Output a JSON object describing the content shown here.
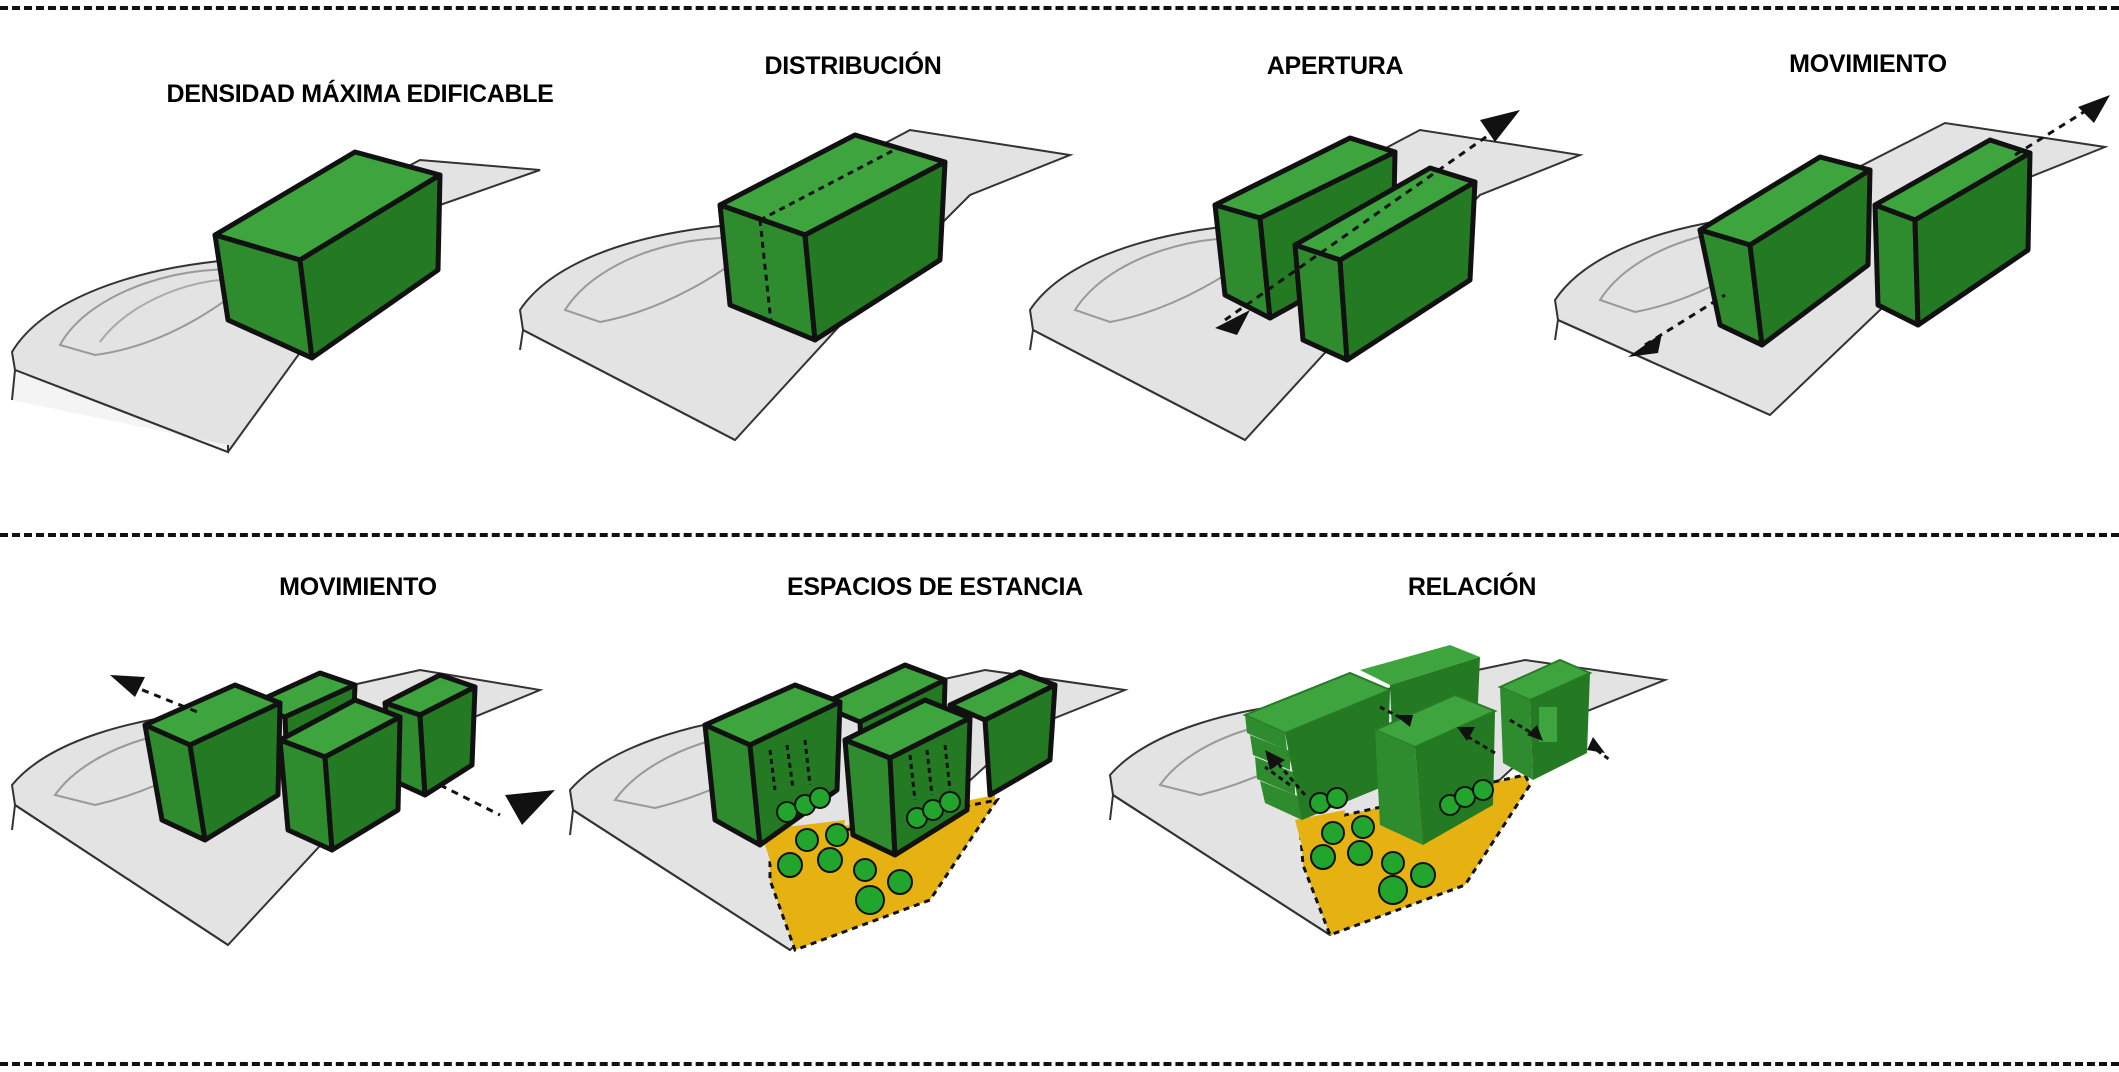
{
  "panels": [
    {
      "id": "p1",
      "title": "DENSIDAD MÁXIMA EDIFICABLE"
    },
    {
      "id": "p2",
      "title": "DISTRIBUCIÓN"
    },
    {
      "id": "p3",
      "title": "APERTURA"
    },
    {
      "id": "p4",
      "title": "MOVIMIENTO"
    },
    {
      "id": "p5",
      "title": "MOVIMIENTO"
    },
    {
      "id": "p6",
      "title": "ESPACIOS DE ESTANCIA"
    },
    {
      "id": "p7",
      "title": "RELACIÓN"
    }
  ],
  "colors": {
    "building_green": "#2e8b2e",
    "building_green_dark": "#1f6b1f",
    "building_green_light": "#3ea53e",
    "site_gray": "#e3e3e3",
    "plaza_yellow": "#e6b212",
    "tree_green": "#22a52c",
    "outline": "#111111"
  }
}
